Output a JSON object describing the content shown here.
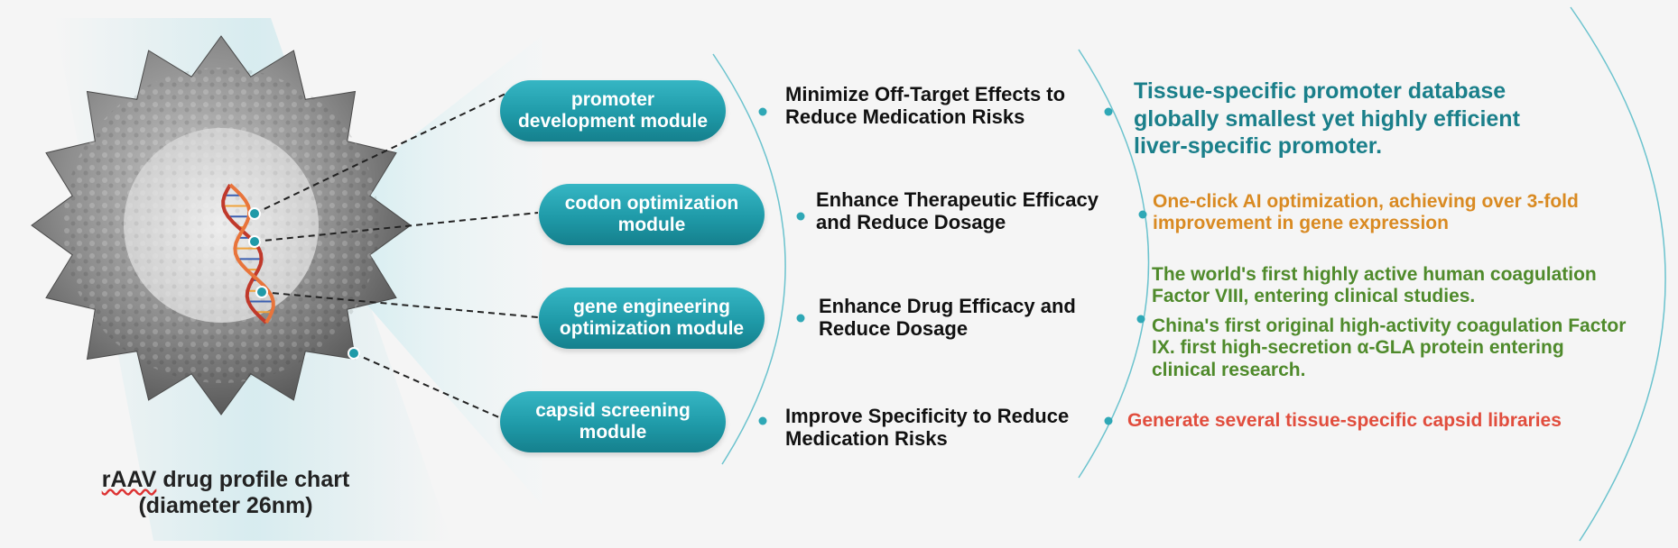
{
  "caption": {
    "line1_word": "rAAV",
    "line1_rest": " drug profile chart",
    "line2": "(diameter 26nm)"
  },
  "modules": [
    {
      "line1": "promoter",
      "line2": "development module"
    },
    {
      "line1": "codon optimization",
      "line2": "module"
    },
    {
      "line1": "gene engineering",
      "line2": "optimization module"
    },
    {
      "line1": "capsid screening",
      "line2": "module"
    }
  ],
  "benefits": [
    {
      "line1": "Minimize Off-Target Effects to",
      "line2": "Reduce Medication Risks"
    },
    {
      "line1": "Enhance Therapeutic Efficacy",
      "line2": "and Reduce Dosage"
    },
    {
      "line1": "Enhance Drug Efficacy and",
      "line2": "Reduce Dosage"
    },
    {
      "line1": "Improve Specificity to Reduce",
      "line2": "Medication Risks"
    }
  ],
  "results": {
    "promoter": {
      "line1": "Tissue-specific promoter database",
      "line2": "globally smallest yet highly efficient",
      "line3": "liver-specific promoter."
    },
    "codon": {
      "line1": "One-click AI optimization, achieving over 3-fold",
      "line2": "improvement in gene expression"
    },
    "gene": {
      "line1": "The world's first highly active human coagulation",
      "line2": "Factor VIII, entering clinical studies.",
      "line3": "China's first original high-activity coagulation Factor",
      "line4": "IX. first high-secretion α-GLA protein entering",
      "line5": "clinical research."
    },
    "capsid": {
      "line1": "Generate several tissue-specific capsid libraries"
    }
  },
  "colors": {
    "accent_teal": "#1f9aa8",
    "result_teal": "#1a7f8a",
    "result_orange": "#d98a22",
    "result_green": "#4f8a2b",
    "result_red": "#e14d3d"
  }
}
